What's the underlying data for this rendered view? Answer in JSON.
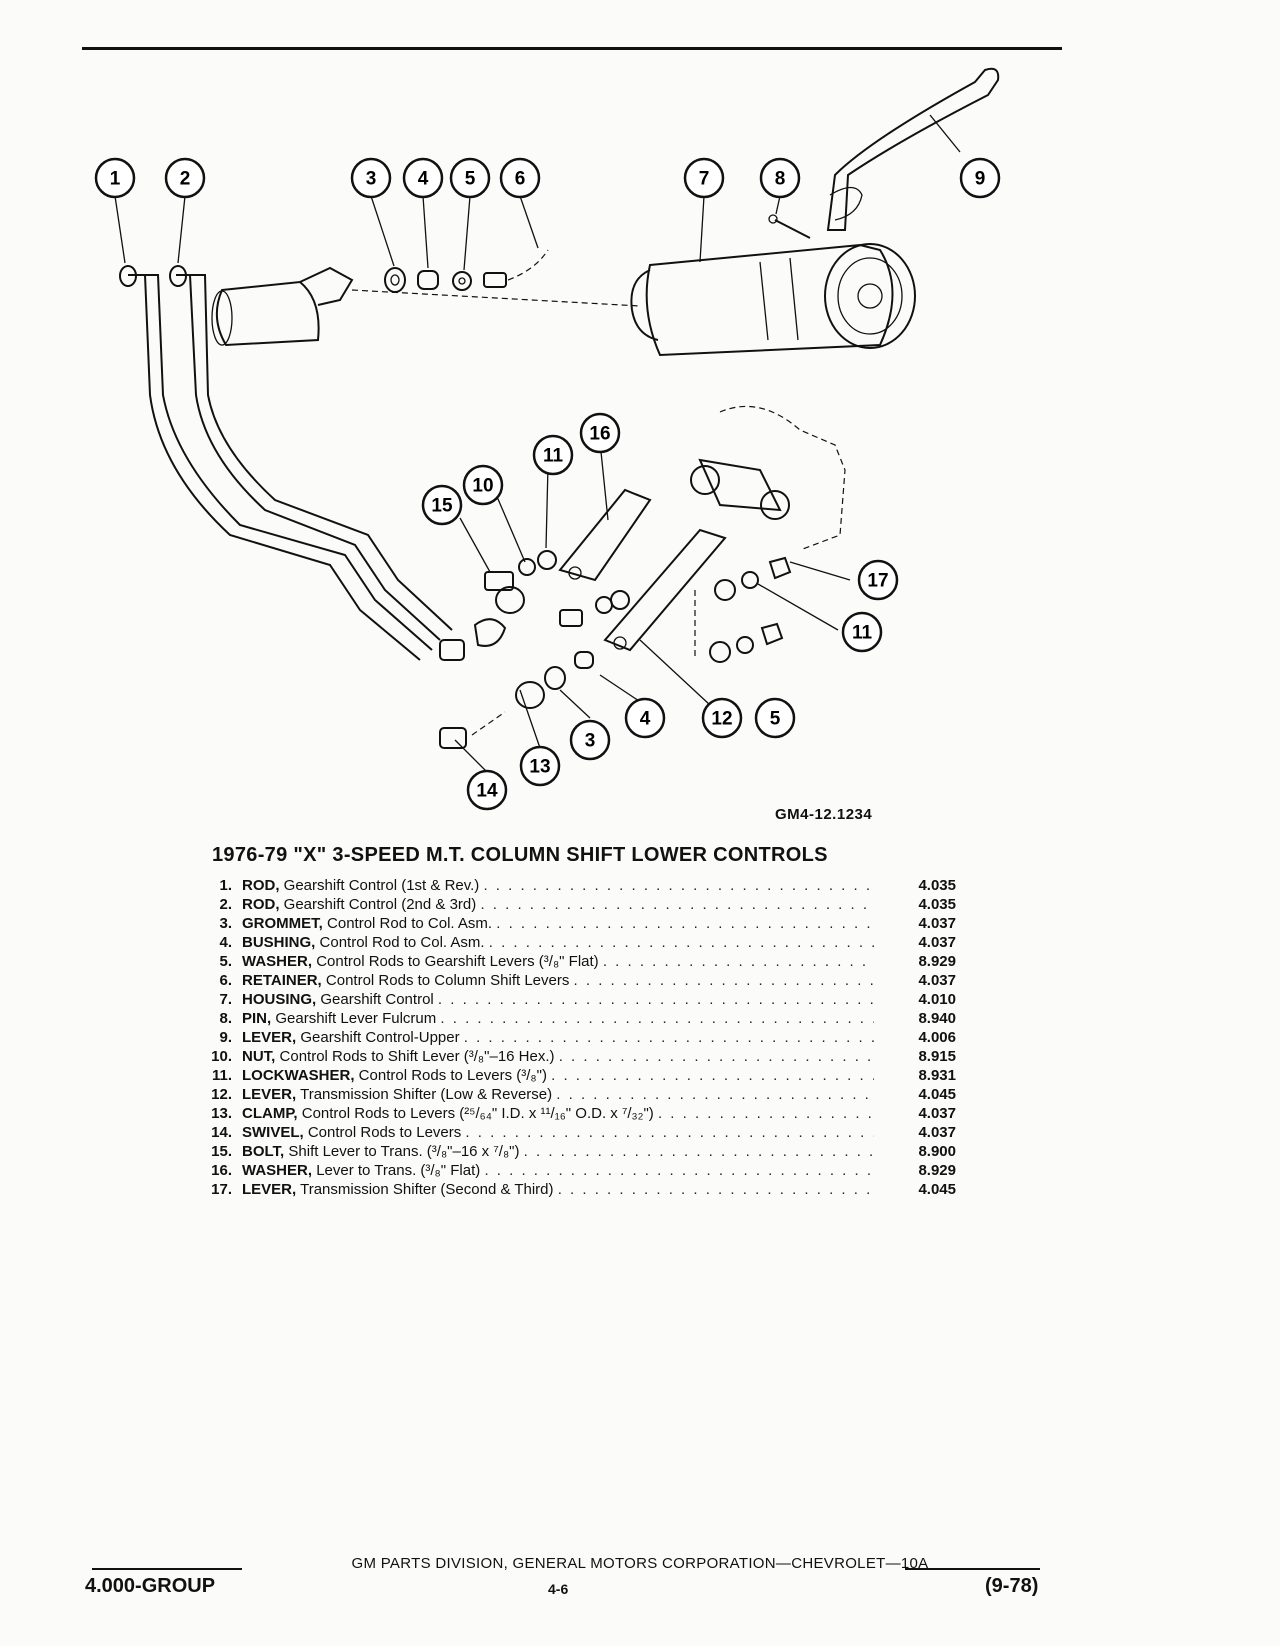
{
  "figure": {
    "code": "GM4-12.1234",
    "callouts": [
      "1",
      "2",
      "3",
      "4",
      "5",
      "6",
      "7",
      "8",
      "9",
      "10",
      "11",
      "15",
      "16",
      "17",
      "11",
      "4",
      "12",
      "5",
      "3",
      "13",
      "14"
    ]
  },
  "title": "1976-79 \"X\" 3-SPEED M.T. COLUMN SHIFT LOWER CONTROLS",
  "parts": [
    {
      "num": "1.",
      "name": "ROD,",
      "desc": "Gearshift Control (1st & Rev.)",
      "page": "4.035"
    },
    {
      "num": "2.",
      "name": "ROD,",
      "desc": "Gearshift Control (2nd & 3rd)",
      "page": "4.035"
    },
    {
      "num": "3.",
      "name": "GROMMET,",
      "desc": "Control Rod to Col. Asm.",
      "page": "4.037"
    },
    {
      "num": "4.",
      "name": "BUSHING,",
      "desc": "Control Rod to Col. Asm.",
      "page": "4.037"
    },
    {
      "num": "5.",
      "name": "WASHER,",
      "desc": "Control Rods to Gearshift Levers (³/₈\" Flat)",
      "page": "8.929"
    },
    {
      "num": "6.",
      "name": "RETAINER,",
      "desc": "Control Rods to Column Shift Levers",
      "page": "4.037"
    },
    {
      "num": "7.",
      "name": "HOUSING,",
      "desc": "Gearshift Control",
      "page": "4.010"
    },
    {
      "num": "8.",
      "name": "PIN,",
      "desc": "Gearshift Lever Fulcrum",
      "page": "8.940"
    },
    {
      "num": "9.",
      "name": "LEVER,",
      "desc": "Gearshift Control-Upper",
      "page": "4.006"
    },
    {
      "num": "10.",
      "name": "NUT,",
      "desc": "Control Rods to Shift Lever (³/₈\"–16 Hex.)",
      "page": "8.915"
    },
    {
      "num": "11.",
      "name": "LOCKWASHER,",
      "desc": "Control Rods to Levers (³/₈\")",
      "page": "8.931"
    },
    {
      "num": "12.",
      "name": "LEVER,",
      "desc": "Transmission Shifter (Low & Reverse)",
      "page": "4.045"
    },
    {
      "num": "13.",
      "name": "CLAMP,",
      "desc": "Control Rods to Levers (²⁵/₆₄\" I.D. x ¹¹/₁₆\" O.D. x ⁷/₃₂\")",
      "page": "4.037"
    },
    {
      "num": "14.",
      "name": "SWIVEL,",
      "desc": "Control Rods to Levers",
      "page": "4.037"
    },
    {
      "num": "15.",
      "name": "BOLT,",
      "desc": "Shift Lever to Trans. (³/₈\"–16 x ⁷/₈\")",
      "page": "8.900"
    },
    {
      "num": "16.",
      "name": "WASHER,",
      "desc": "Lever to Trans. (³/₈\" Flat)",
      "page": "8.929"
    },
    {
      "num": "17.",
      "name": "LEVER,",
      "desc": "Transmission Shifter (Second & Third)",
      "page": "4.045"
    }
  ],
  "footer": {
    "credit": "GM PARTS DIVISION, GENERAL MOTORS CORPORATION—CHEVROLET—10A",
    "group": "4.000-GROUP",
    "page": "4-6",
    "date": "(9-78)"
  }
}
